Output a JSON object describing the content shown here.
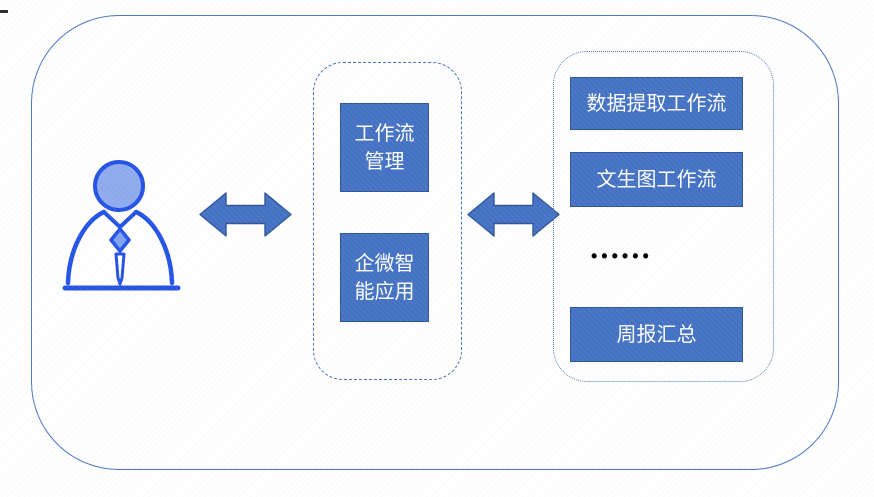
{
  "colors": {
    "accent_blue": "#4472C4",
    "accent_blue_dark": "#2F5597",
    "frame_blue": "#4A77C6",
    "person_stroke_blue": "#2453E6",
    "person_head_fill": "#8EABEE",
    "ellipsis_color": "#000000",
    "background": "#FFFFFF"
  },
  "middle_panel": {
    "boxes": [
      {
        "label": "工作流管理"
      },
      {
        "label": "企微智能应用"
      }
    ]
  },
  "right_panel": {
    "boxes": [
      {
        "label": "数据提取工作流"
      },
      {
        "label": "文生图工作流"
      },
      {
        "label": "周报汇总"
      }
    ],
    "ellipsis": "••••••"
  }
}
